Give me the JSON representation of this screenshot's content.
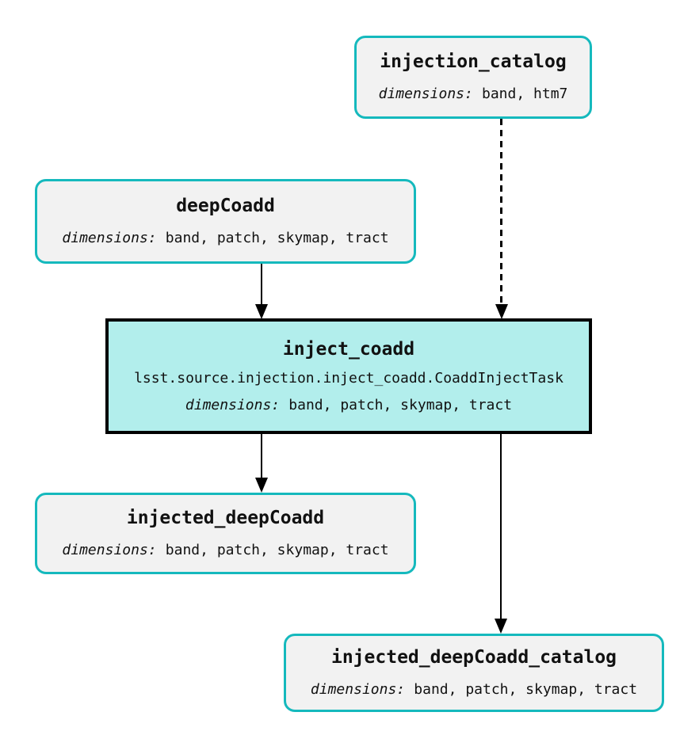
{
  "nodes": {
    "injection_catalog": {
      "title": "injection_catalog",
      "dimensions_label": "dimensions:",
      "dimensions_value": "band, htm7"
    },
    "deep_coadd": {
      "title": "deepCoadd",
      "dimensions_label": "dimensions:",
      "dimensions_value": "band, patch, skymap, tract"
    },
    "inject_coadd": {
      "title": "inject_coadd",
      "task_class": "lsst.source.injection.inject_coadd.CoaddInjectTask",
      "dimensions_label": "dimensions:",
      "dimensions_value": "band, patch, skymap, tract"
    },
    "injected_deep_coadd": {
      "title": "injected_deepCoadd",
      "dimensions_label": "dimensions:",
      "dimensions_value": "band, patch, skymap, tract"
    },
    "injected_deep_coadd_catalog": {
      "title": "injected_deepCoadd_catalog",
      "dimensions_label": "dimensions:",
      "dimensions_value": "band, patch, skymap, tract"
    }
  },
  "edges": [
    {
      "from": "deepCoadd",
      "to": "inject_coadd",
      "style": "solid"
    },
    {
      "from": "injection_catalog",
      "to": "inject_coadd",
      "style": "dashed"
    },
    {
      "from": "inject_coadd",
      "to": "injected_deepCoadd",
      "style": "solid"
    },
    {
      "from": "inject_coadd",
      "to": "injected_deepCoadd_catalog",
      "style": "solid"
    }
  ],
  "colors": {
    "dataset-border": "#15b9bd",
    "dataset-fill": "#f2f2f2",
    "task-fill": "#b2eeec",
    "task-border": "#000000",
    "edge": "#000000"
  }
}
